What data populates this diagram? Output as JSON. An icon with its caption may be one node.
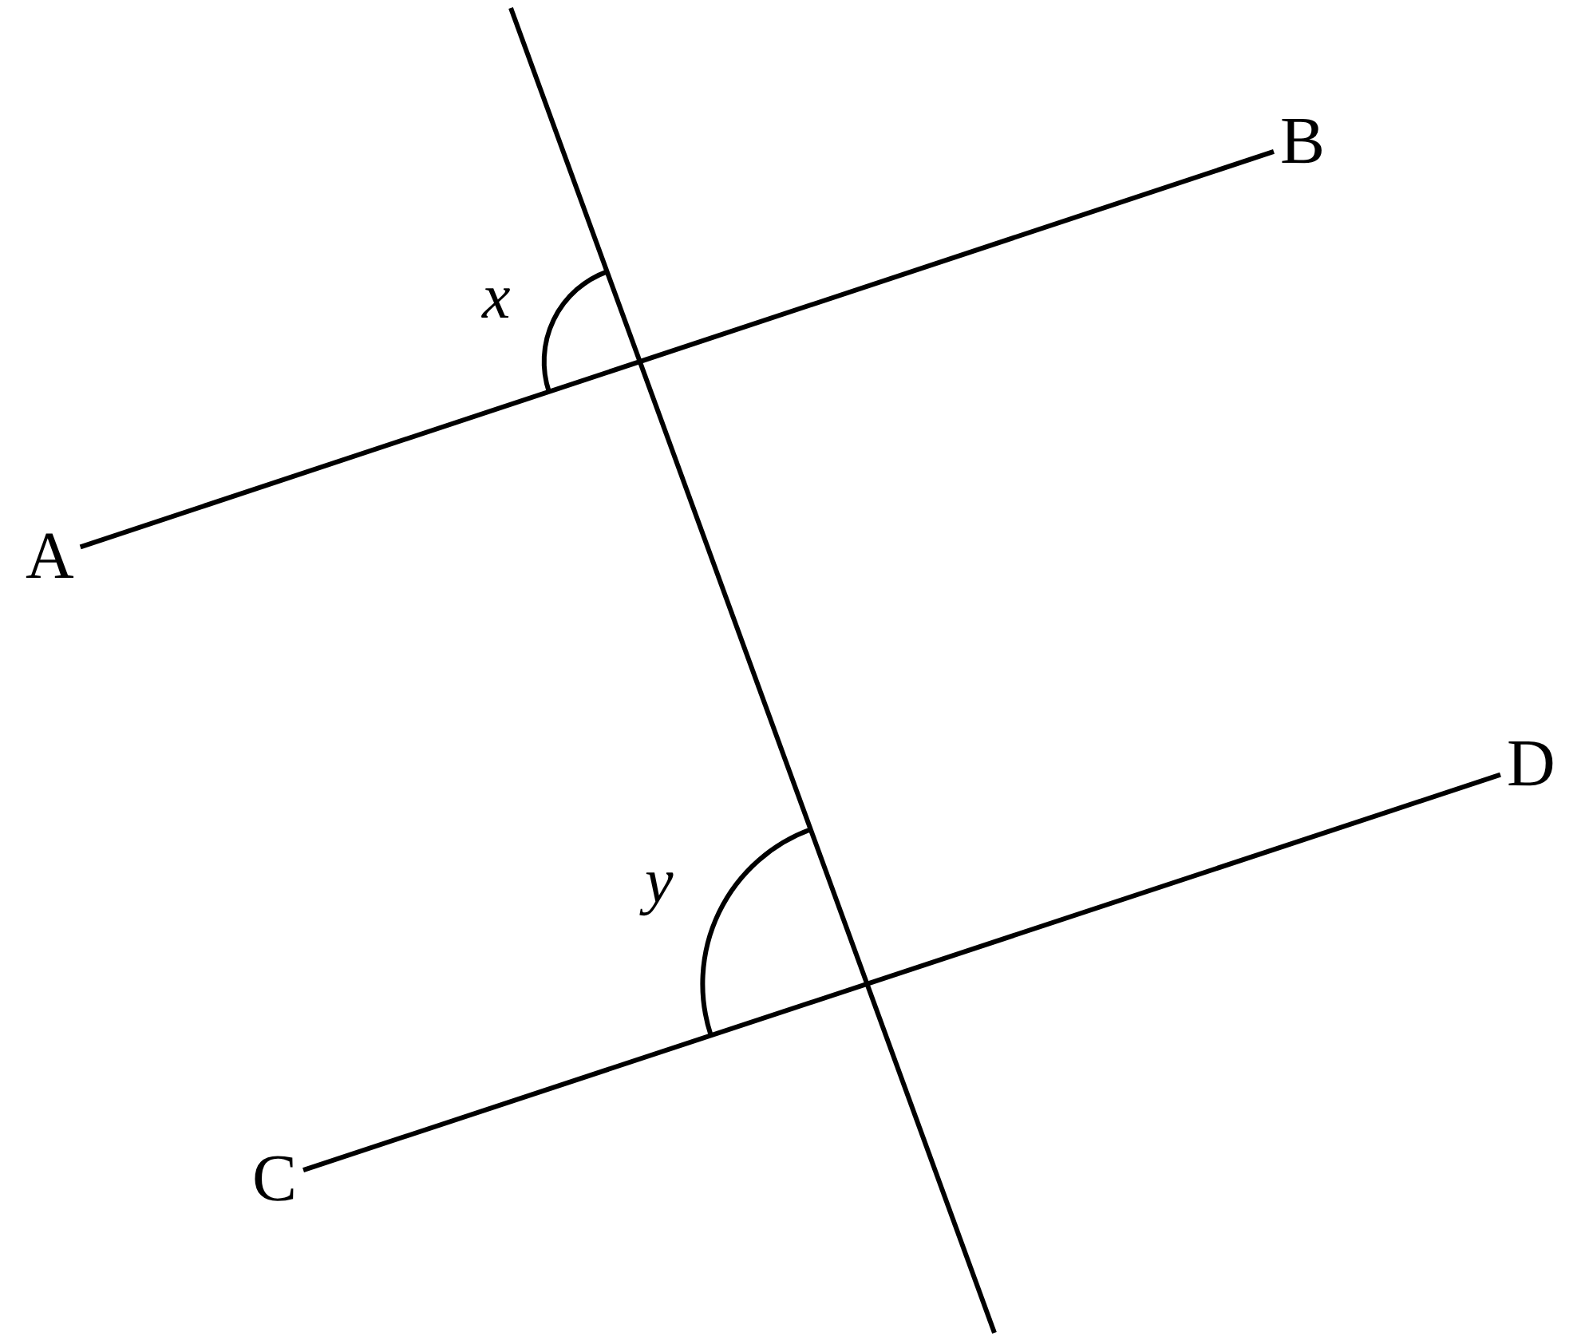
{
  "diagram": {
    "nodes": [
      {
        "text": [
          "A"
        ]
      },
      {
        "text": [
          "B"
        ]
      },
      {
        "text": [
          "C"
        ]
      },
      {
        "text": [
          "D"
        ]
      }
    ],
    "edges": [
      {
        "from": 0,
        "to": 1,
        "arrow": "none"
      },
      {
        "from": 2,
        "to": 3,
        "arrow": "none"
      }
    ],
    "labels": [
      "x",
      "y"
    ]
  }
}
